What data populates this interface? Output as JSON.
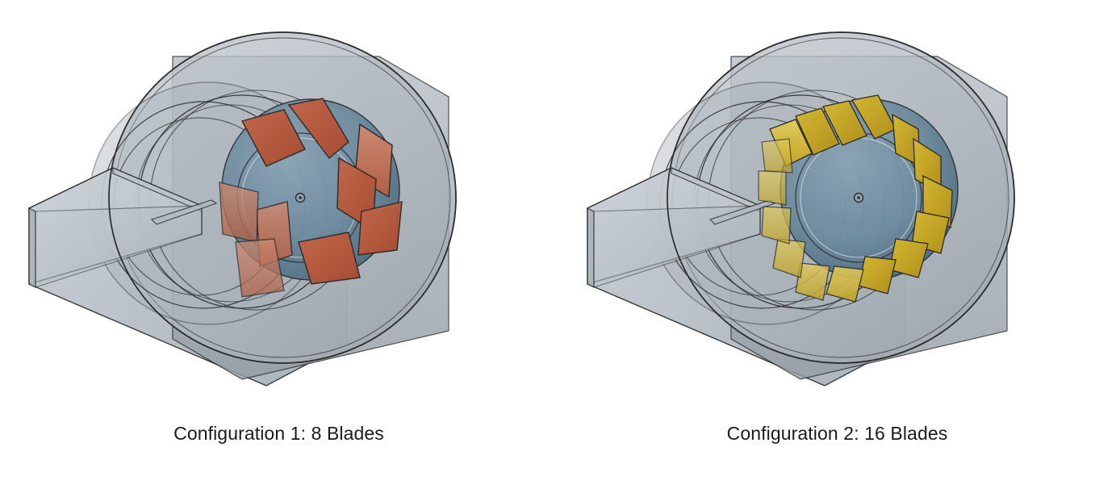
{
  "figure": {
    "type": "cad-assembly-comparison",
    "background_color": "#ffffff",
    "subject": "centrifugal blower impeller blade-count comparison",
    "panel_count": 2
  },
  "panels": [
    {
      "id": "configuration-1",
      "caption": "Configuration 1: 8 Blades",
      "blade_count": 8,
      "blade_color": "#b4573a",
      "blade_color_light": "#c98168",
      "blade_color_dark": "#94432c",
      "hub_color": "#6e8a9e",
      "hub_color_dark": "#4e6c80",
      "housing_color": "#b3bac1",
      "housing_color_dark": "#98a1a9",
      "outline_color": "#2b2b2b"
    },
    {
      "id": "configuration-2",
      "caption": "Configuration 2: 16 Blades",
      "blade_count": 16,
      "blade_color": "#c6a828",
      "blade_color_light": "#dcc552",
      "blade_color_dark": "#a88c17",
      "hub_color": "#6e8a9e",
      "hub_color_dark": "#4e6c80",
      "housing_color": "#b3bac1",
      "housing_color_dark": "#98a1a9",
      "outline_color": "#2b2b2b"
    }
  ],
  "components": {
    "volute_housing": "volute-housing",
    "inlet_cone": "inlet-cone",
    "outlet_duct": "rectangular-outlet-duct",
    "base_plate": "base-plate",
    "impeller_hub": "impeller-hub-disc",
    "shaft_marker": "shaft-center-marker",
    "blades": "impeller-blades"
  }
}
